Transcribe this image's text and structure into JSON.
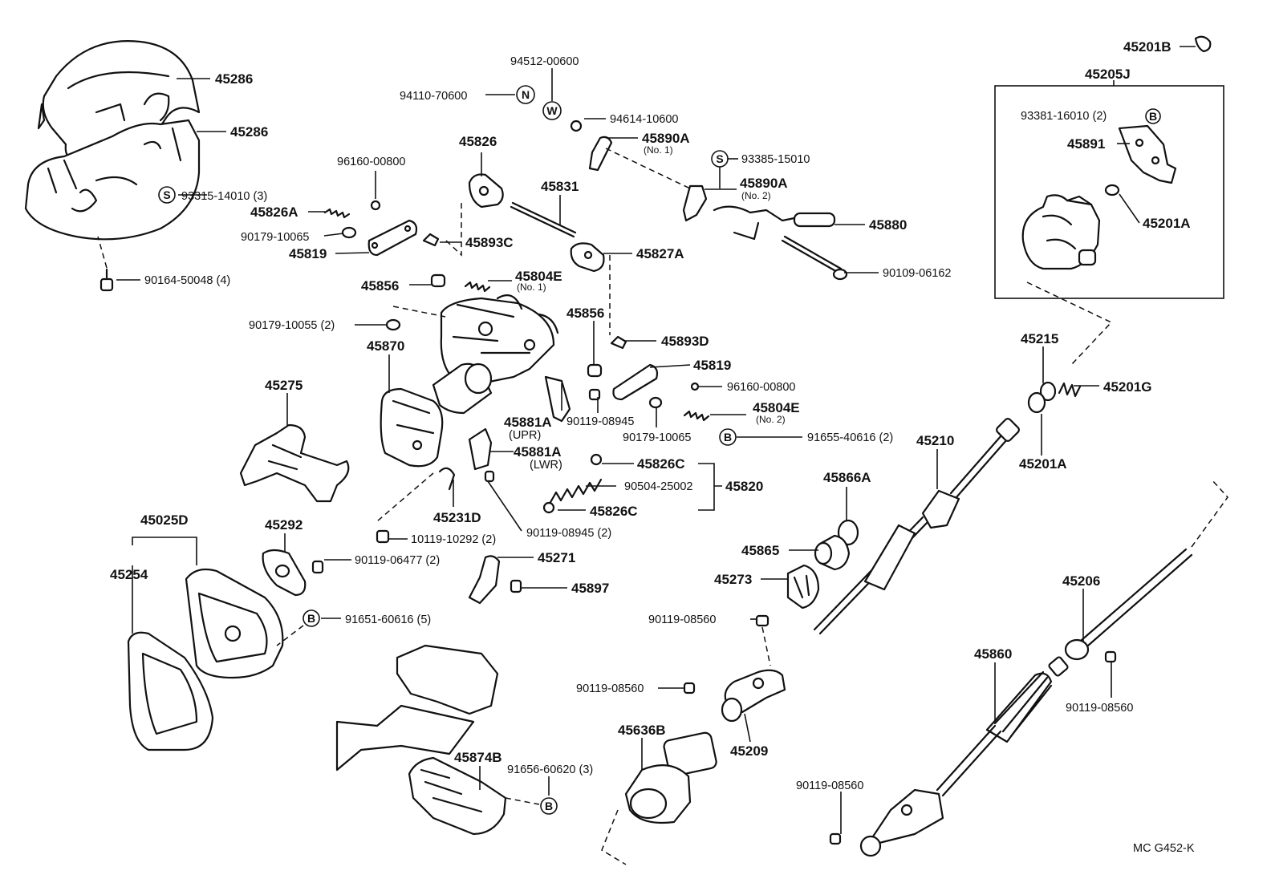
{
  "diagram": {
    "code": "MC  G452-K",
    "symbols": {
      "s": "S",
      "b": "B",
      "n": "N",
      "w": "W"
    },
    "labels": {
      "l45286a": "45286",
      "l45286b": "45286",
      "l93315": "93315-14010 (3)",
      "l90164": "90164-50048 (4)",
      "l96160a": "96160-00800",
      "l45826a": "45826A",
      "l90179_10065a": "90179-10065",
      "l45819a": "45819",
      "l45826": "45826",
      "l45893c": "45893C",
      "l45831": "45831",
      "l94512": "94512-00600",
      "l94110": "94110-70600",
      "l94614": "94614-10600",
      "l45890a1": "45890A",
      "n45890a1": "(No. 1)",
      "l93385": "93385-15010",
      "l45890a2": "45890A",
      "n45890a2": "(No. 2)",
      "l45880": "45880",
      "l90109": "90109-06162",
      "l45827a": "45827A",
      "l45856a": "45856",
      "l45804e1": "45804E",
      "n45804e1": "(No. 1)",
      "l90179_10055": "90179-10055 (2)",
      "l45870": "45870",
      "l45856b": "45856",
      "l45893d": "45893D",
      "l45819b": "45819",
      "l96160b": "96160-00800",
      "l45804e2": "45804E",
      "n45804e2": "(No. 2)",
      "l45275": "45275",
      "l45881a_u": "45881A",
      "n45881a_u": "(UPR)",
      "l90119_08945a": "90119-08945",
      "l90179_10065b": "90179-10065",
      "l91655": "91655-40616 (2)",
      "l45881a_l": "45881A",
      "n45881a_l": "(LWR)",
      "l45826c1": "45826C",
      "l90504": "90504-25002",
      "l45820": "45820",
      "l45826c2": "45826C",
      "l45231d": "45231D",
      "l90119_08945b": "90119-08945 (2)",
      "l10119": "10119-10292 (2)",
      "l45025d": "45025D",
      "l45254": "45254",
      "l45292": "45292",
      "l90119_06477": "90119-06477 (2)",
      "l45271": "45271",
      "l45897": "45897",
      "l91651": "91651-60616 (5)",
      "l45874b": "45874B",
      "l91656": "91656-60620 (3)",
      "l90119_08560a": "90119-08560",
      "l90119_08560b": "90119-08560",
      "l45209": "45209",
      "l45636b": "45636B",
      "l45866a": "45866A",
      "l45865": "45865",
      "l45273": "45273",
      "l45210": "45210",
      "l45215": "45215",
      "l45201g": "45201G",
      "l45201a_b": "45201A",
      "l45201b": "45201B",
      "l45205j": "45205J",
      "l93381": "93381-16010 (2)",
      "l45891": "45891",
      "l45201a_a": "45201A",
      "l45206": "45206",
      "l90119_08560c": "90119-08560",
      "l45860": "45860",
      "l90119_08560d": "90119-08560"
    }
  }
}
